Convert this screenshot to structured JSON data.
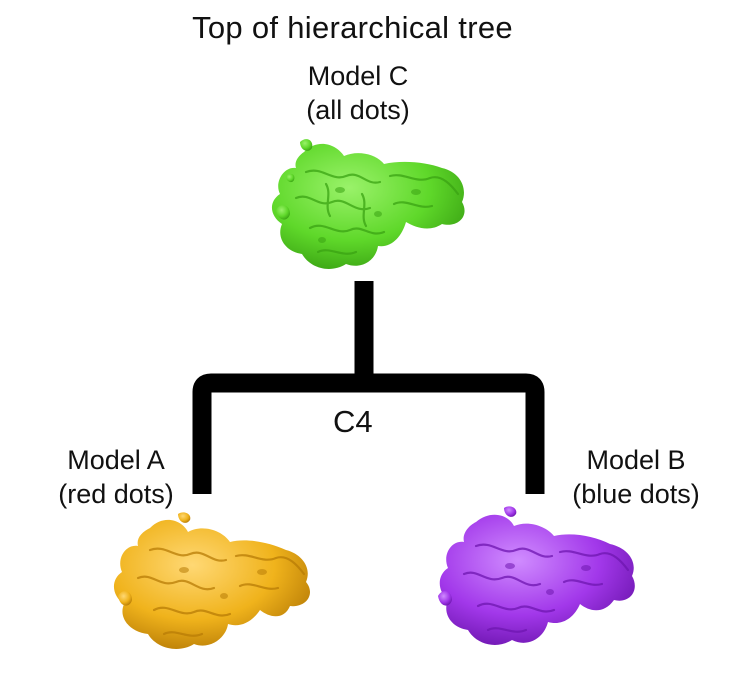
{
  "title": "Top of hierarchical tree",
  "split_label": "C4",
  "models": {
    "root": {
      "name": "Model C",
      "subset": "(all dots)",
      "color": "#5fd82a",
      "highlight": "#9af26a",
      "shadow": "#3aa313"
    },
    "left": {
      "name": "Model A",
      "subset": "(red dots)",
      "color": "#f0b31c",
      "highlight": "#ffd874",
      "shadow": "#b87c06"
    },
    "right": {
      "name": "Model B",
      "subset": "(blue dots)",
      "color": "#a238ea",
      "highlight": "#d08cff",
      "shadow": "#6e16b0"
    }
  },
  "connector_color": "#000000"
}
